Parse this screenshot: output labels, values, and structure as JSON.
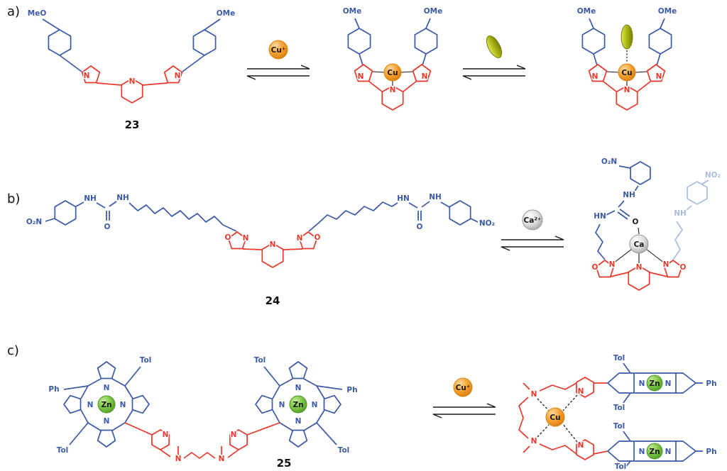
{
  "panels": [
    {
      "label": "a)",
      "compound": "23",
      "trigger_ion": "Cu⁺"
    },
    {
      "label": "b)",
      "compound": "24",
      "trigger_ion": "Ca²⁺"
    },
    {
      "label": "c)",
      "compound": "25",
      "trigger_ion": "Cu⁺"
    }
  ],
  "atoms": {
    "N": "N",
    "O": "O",
    "NH": "NH",
    "HN": "HN",
    "O2N": "O₂N",
    "NO2": "NO₂",
    "MeO": "MeO",
    "OMe": "OMe"
  },
  "substituents": {
    "Tol": "Tol",
    "Ph": "Ph"
  },
  "metals": {
    "Cu": "Cu",
    "Zn": "Zn",
    "Ca": "Ca"
  },
  "colors": {
    "ligand_blue": "#3a59a7",
    "core_red": "#e8392b",
    "copper_orange": "#f6a133",
    "calcium_gray": "#dcdcdc",
    "zinc_green": "#7cc544",
    "guest_olive": "#aab414",
    "faded_blue": "#a9bedd"
  }
}
